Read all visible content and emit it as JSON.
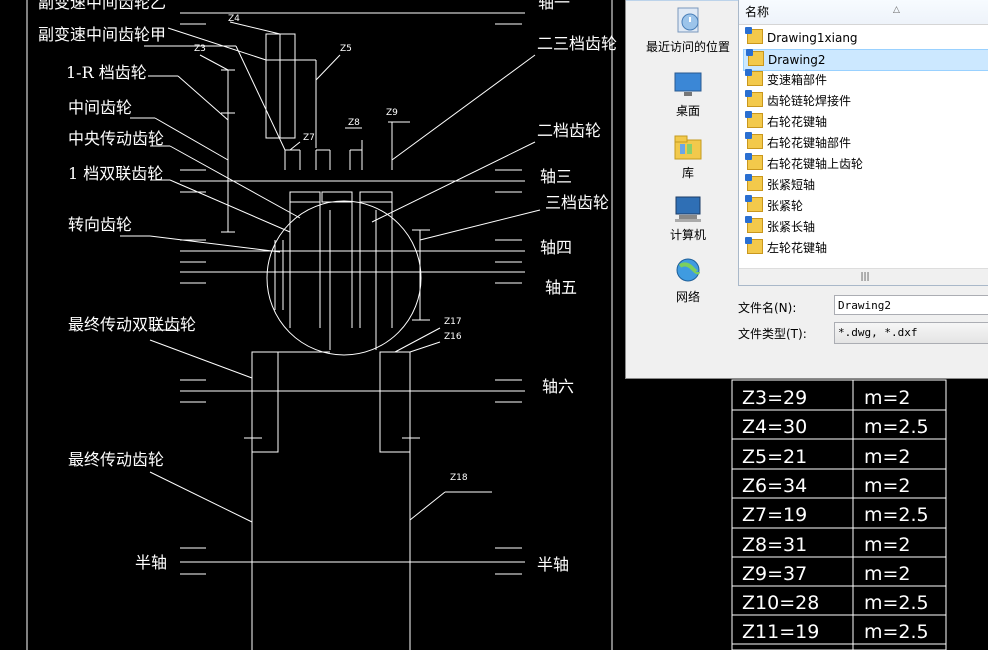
{
  "cad": {
    "labels": {
      "fu_zhong_yi": "副变速中间齿轮乙",
      "fu_zhong_jia": "副变速中间齿轮甲",
      "r_gear": "1-R 档齿轮",
      "zhong_jian": "中间齿轮",
      "zhong_yang": "中央传动齿轮",
      "shuang_lian_1": "1 档双联齿轮",
      "zhuan_xiang": "转向齿轮",
      "zui_zhong_shuang": "最终传动双联齿轮",
      "zui_zhong": "最终传动齿轮",
      "ban_zhou_left": "半轴",
      "ban_zhou_right": "半轴",
      "zhou_yi": "轴一",
      "er_san": "二三档齿轮",
      "er_dang": "二档齿轮",
      "zhou_san": "轴三",
      "san_dang": "三档齿轮",
      "zhou_si": "轴四",
      "zhou_wu": "轴五",
      "zhou_liu": "轴六"
    },
    "z_labels": {
      "z3": "Z3",
      "z4": "Z4",
      "z5": "Z5",
      "z7": "Z7",
      "z8": "Z8",
      "z9": "Z9",
      "z16": "Z16",
      "z17": "Z17",
      "z18": "Z18"
    },
    "table": [
      {
        "z": "Z3=29",
        "m": "m=2"
      },
      {
        "z": "Z4=30",
        "m": "m=2.5"
      },
      {
        "z": "Z5=21",
        "m": "m=2"
      },
      {
        "z": "Z6=34",
        "m": "m=2"
      },
      {
        "z": "Z7=19",
        "m": "m=2.5"
      },
      {
        "z": "Z8=31",
        "m": "m=2"
      },
      {
        "z": "Z9=37",
        "m": "m=2"
      },
      {
        "z": "Z10=28",
        "m": "m=2.5"
      },
      {
        "z": "Z11=19",
        "m": "m=2.5"
      }
    ],
    "colors": {
      "background": "#000000",
      "lines": "#ffffff"
    }
  },
  "dialog": {
    "places": [
      {
        "label": "最近访问的位置",
        "icon": "recent-places-icon"
      },
      {
        "label": "桌面",
        "icon": "desktop-icon"
      },
      {
        "label": "库",
        "icon": "library-icon"
      },
      {
        "label": "计算机",
        "icon": "computer-icon"
      },
      {
        "label": "网络",
        "icon": "network-icon"
      }
    ],
    "column_header": "名称",
    "files": [
      "Drawing1xiang",
      "Drawing2",
      "变速箱部件",
      "齿轮链轮焊接件",
      "右轮花键轴",
      "右轮花键轴部件",
      "右轮花键轴上齿轮",
      "张紧短轴",
      "张紧轮",
      "张紧长轴",
      "左轮花键轴"
    ],
    "selected_file": "Drawing2",
    "scroll_glyph": "|||",
    "filename_label": "文件名(N):",
    "filename_value": "Drawing2",
    "filetype_label": "文件类型(T):",
    "filetype_value": "*.dwg, *.dxf",
    "selection_color": "#cce8ff"
  }
}
